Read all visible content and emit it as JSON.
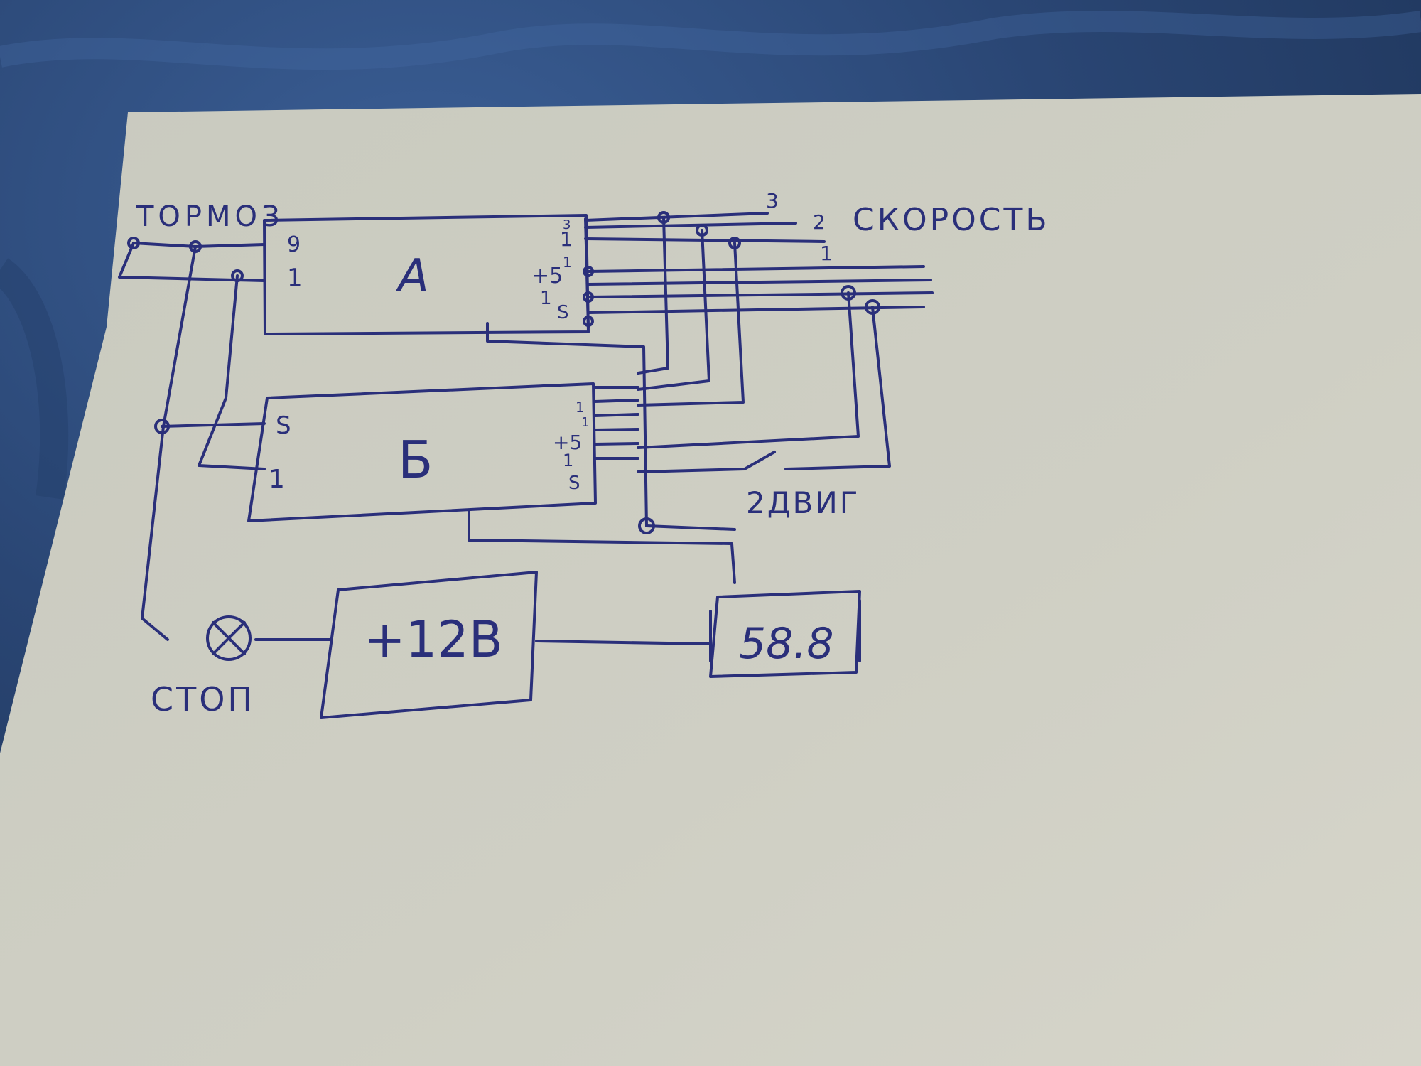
{
  "labels": {
    "brake": "ТОРМОЗ",
    "speed": "СКОРОСТЬ",
    "speed_1": "1",
    "speed_2": "2",
    "speed_3": "3",
    "engine2": "2ДВИГ",
    "stop": "СТОП"
  },
  "block_a": {
    "name": "А",
    "pin_9": "9",
    "pin_1": "1",
    "r1": "3",
    "r2": "1",
    "r3a": "1",
    "r3b": "+5",
    "r4": "1",
    "r5": "S"
  },
  "block_b": {
    "name": "Б",
    "pin_s": "S",
    "pin_1": "1",
    "r1": "1",
    "r2": "1",
    "r3": "+5",
    "r4": "1",
    "r5": "S"
  },
  "power": {
    "label": "+12В"
  },
  "battery": {
    "label": "58.8"
  },
  "colors": {
    "ink": "#2a2f7a",
    "paper": "#c6c7bd",
    "cloth": "#2f4a78"
  }
}
